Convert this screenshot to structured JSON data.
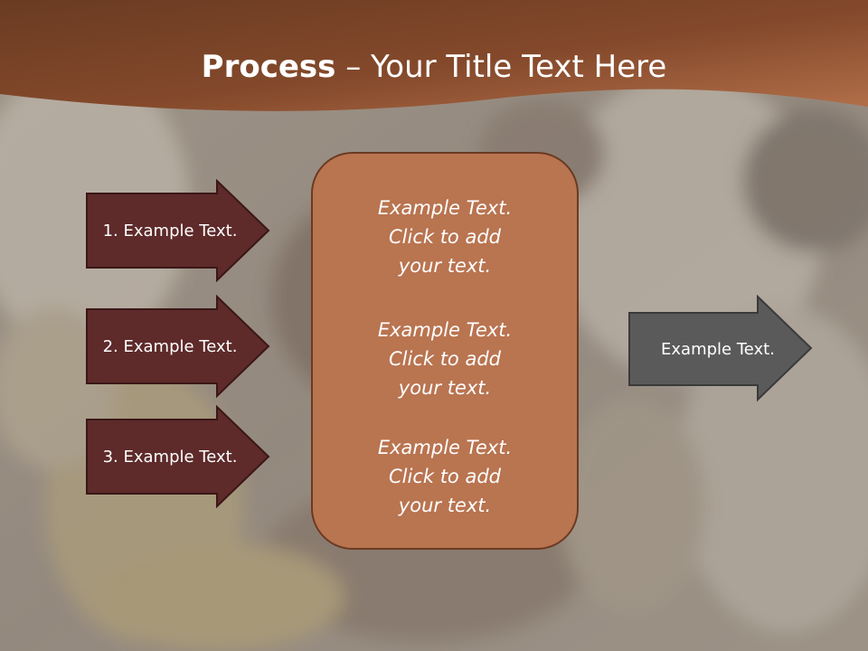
{
  "title": {
    "bold": "Process",
    "dash": " – ",
    "rest": "Your Title Text Here"
  },
  "steps": [
    {
      "label": "1. Example Text."
    },
    {
      "label": "2. Example Text."
    },
    {
      "label": "3. Example Text."
    }
  ],
  "center": {
    "items": [
      {
        "line1": "Example Text.",
        "line2": "Click  to add",
        "line3": "your text."
      },
      {
        "line1": "Example Text.",
        "line2": "Click  to add",
        "line3": "your text."
      },
      {
        "line1": "Example Text.",
        "line2": "Click  to add",
        "line3": "your text."
      }
    ]
  },
  "result": {
    "label": "Example Text."
  },
  "colors": {
    "header": "#7a4426",
    "step_arrow": "#5e2a2a",
    "center_box": "#b97450",
    "result_arrow": "#5a5a5a"
  }
}
